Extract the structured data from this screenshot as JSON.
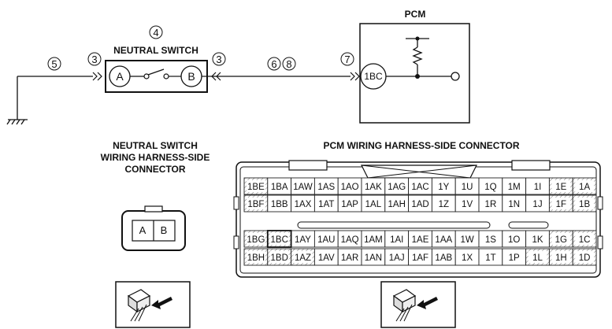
{
  "labels": {
    "pcm_title": "PCM",
    "switch_title": "NEUTRAL SWITCH",
    "switch_conn_title": [
      "NEUTRAL SWITCH",
      "WIRING HARNESS-SIDE",
      "CONNECTOR"
    ],
    "pcm_conn_title": "PCM WIRING HARNESS-SIDE CONNECTOR"
  },
  "callouts": {
    "c5": "5",
    "c3a": "3",
    "c4": "4",
    "c3b": "3",
    "c6": "6",
    "c8": "8",
    "c7": "7"
  },
  "schematic": {
    "pin_a": "A",
    "pin_b": "B",
    "pcm_pin": "1BC"
  },
  "switch_connector": {
    "pins": [
      "A",
      "B"
    ]
  },
  "pcm_connector": {
    "upper_rows": [
      [
        "1BE",
        "1BA",
        "1AW",
        "1AS",
        "1AO",
        "1AK",
        "1AG",
        "1AC",
        "1Y",
        "1U",
        "1Q",
        "1M",
        "1I",
        "1E",
        "1A"
      ],
      [
        "1BF",
        "1BB",
        "1AX",
        "1AT",
        "1AP",
        "1AL",
        "1AH",
        "1AD",
        "1Z",
        "1V",
        "1R",
        "1N",
        "1J",
        "1F",
        "1B"
      ]
    ],
    "lower_rows": [
      [
        "1BG",
        "1BC",
        "1AY",
        "1AU",
        "1AQ",
        "1AM",
        "1AI",
        "1AE",
        "1AA",
        "1W",
        "1S",
        "1O",
        "1K",
        "1G",
        "1C"
      ],
      [
        "1BH",
        "1BD",
        "1AZ",
        "1AV",
        "1AR",
        "1AN",
        "1AJ",
        "1AF",
        "1AB",
        "1X",
        "1T",
        "1P",
        "1L",
        "1H",
        "1D"
      ]
    ]
  },
  "icons": [
    "probe-icon",
    "probe-icon"
  ]
}
